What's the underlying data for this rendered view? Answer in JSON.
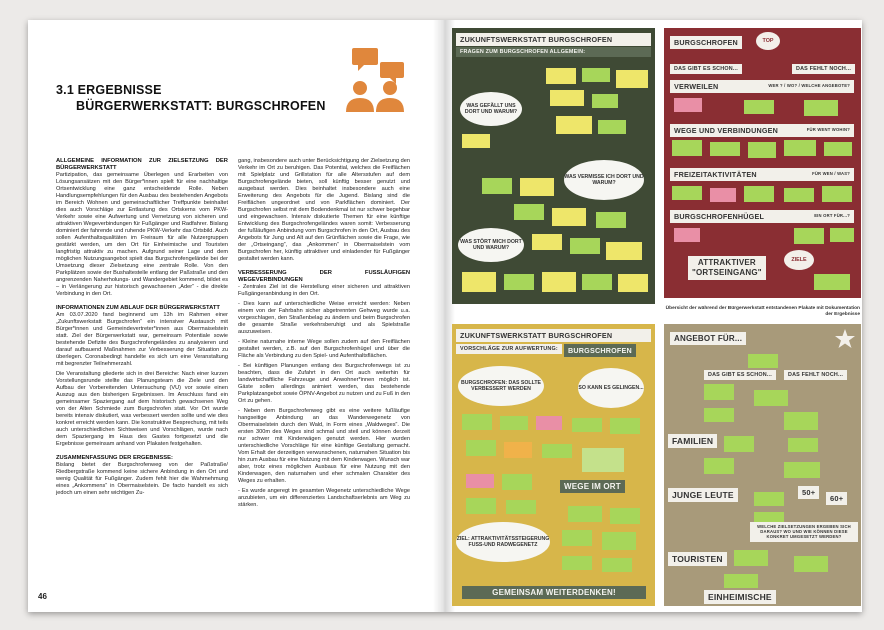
{
  "left": {
    "title_line1": "3.1 ERGEBNISSE",
    "title_line2": "BÜRGERWERKSTATT: BURGSCHROFEN",
    "page_number": "46",
    "icon": "people-speech-icon",
    "accent_color": "#e0873c",
    "col1": {
      "h1": "ALLGEMEINE INFORMATION ZUR ZIELSETZUNG DER BÜRGERWERKSTATT",
      "p1": "Partizipation, das gemeinsame Überlegen und Erarbeiten von Lösungsansätzen mit den Bürger*innen spielt für eine nachhaltige Ortsentwicklung eine ganz entscheidende Rolle. Neben Handlungsempfehlungen für den Ausbau des bestehenden Angebots im Bereich Wohnen und gemeinschaftlicher Treffpunkte beinhaltet dies auch Vorschläge zur Entlastung des Ortskerns vom PKW-Verkehr sowie eine Aufwertung und Vernetzung von sicheren und attraktiven Wegeverbindungen für Fußgänger und Radfahrer. Bislang dominiert der fahrende und ruhende PKW-Verkehr das Ortsbild. Auch sollen Aufenthaltsqualitäten im Freiraum für alle Nutzergruppen gestärkt werden, um den Ort für Einheimische und Touristen langfristig attraktiv zu machen. Aufgrund seiner Lage und dem möglichen Nutzungsangebot spielt das Burgschrofengelände bei der Umsetzung dieser Zielsetzung eine zentrale Rolle. Von den Parkplätzen sowie der Bushaltestelle entlang der Paßstraße und den angrenzenden Naherholungs- und Wandergebiet kommend, bildet es – in Verlängerung zur historisch gewachsenen „Ader“ - die direkte Verbindung in den Ort.",
      "h2": "INFORMATIONEN ZUM ABLAUF DER BÜRGERWERKSTATT",
      "p2": "Am 03.07.2020 fand beginnend um 13h im Rahmen einer „Zukunftswerkstatt Burgschrofen“ ein intensiver Austausch mit Bürger*innen und Gemeindevertreter*innen aus Obermaiselstein statt. Ziel der Bürgerwerkstatt war, gemeinsam Potentiale sowie bestehende Defizite des Burgschrofengeländes zu analysieren und darauf aufbauend Maßnahmen zur Verbesserung der Situation zu überlegen. Coronabedingt handelte es sich um eine Veranstaltung mit begrenzter Teilnehmerzahl.",
      "p3": "Die Veranstaltung gliederte sich in drei Bereiche: Nach einer kurzen Vorstellungsrunde stellte das Planungsteam die Ziele und den Aufbau der Vorbereitenden Untersuchung (VU) vor sowie einen Auszug aus den bisherigen Ergebnissen. Im Anschluss fand ein gemeinsamer Spaziergang auf dem historisch gewachsenen Weg von der Alten Schmiede zum Burgschrofen statt. Vor Ort wurde bereits intensiv diskutiert, was verbessert werden sollte und wie dies konkret erreicht werden kann. Die konstruktive Besprechung, mit teils auch unterschiedlichen Sichtweisen und Vorschlägen, wurde nach dem Spaziergang im Haus des Gastes fortgesetzt und die Ergebnisse gemeinsam anhand von Plakaten festgehalten.",
      "h3": "ZUSAMMENFASSUNG DER ERGEBNISSE:",
      "p4": "Bislang bietet der Burgschrofenweg von der Paßstraße/ Riedbergstraße kommend keine sichere Anbindung in den Ort und wenig Qualität für Fußgänger. Zudem fehlt hier die Wahrnehmung eines „Ankommens“ in Obermaiselstein. De facto handelt es sich jedoch um einen sehr wichtigen Zu-"
    },
    "col2": {
      "p1": "gang, insbesondere auch unter Berücksichtigung der Zielsetzung den Verkehr im Ort zu beruhigen. Das Potential, welches die Freiflächen mit Spielplatz und Grillstation für alle Altersstufen auf dem Burgschrofengelände bieten, soll künftig besser genutzt und ausgebaut werden. Dies beinhaltet insbesondere auch eine Erweiterung des Angebots für die Jugend. Bislang sind die Freiflächen ungeordnet und von Parkflächen dominiert. Der Burgschrofen selbst mit dem Bodendenkmal ist nur schwer begehbar und eingewachsen. Intensiv diskutierte Themen für eine künftige Entwicklung des Burgschrofengeländes waren somit: Verbesserung der fußläufigen Anbindung vom Burgschrofen in den Ort, Ausbau des Angebots für Jung und Alt auf den Grünflächen sowie die Frage, wie der „Ortseingang“, das „Ankommen“ in Obermaiselstein vom Burgschrofen her, künftig attraktiver und einladender für Fußgänger gestaltet werden kann.",
      "h1": "VERBESSERUNG DER FUSSLÄUFIGEN WEGEVERBINDUNGEN",
      "p2": "- Zentrales Ziel ist die Herstellung einer sicheren und attraktiven Fußgängeranbindung in den Ort.",
      "p3": "- Dies kann auf unterschiedliche Weise erreicht werden: Neben einem von der Fahrbahn sicher abgetrennten Gehweg wurde u.a. vorgeschlagen, den Straßenbelag zu ändern und beim Burgschrofen die gesamte Straße verkehrsberuhigt und als Spielstraße auszuweisen.",
      "p4": "- Kleine naturnahe interne Wege sollen zudem auf den Freiflächen gestaltet werden, z.B. auf den Burgschrofenhügel und über die Fläche als Verbindung zu den Spiel- und Aufenthaltsflächen.",
      "p5": "- Bei künftigen Planungen entlang des Burgschrofenwegs ist zu beachten, dass die Zufahrt in den Ort auch weiterhin für landwirtschaftliche Fahrzeuge und Anwohner*innen möglich ist. Gäste sollen allerdings animiert werden, das bestehende Parkplatzangebot sowie ÖPNV-Angebot zu nutzen und zu Fuß in den Ort zu gehen.",
      "p6": "- Neben dem Burgschrofenweg gibt es eine weitere fußläufige hangseitige Anbindung an das Wanderwegenetz von Obermaiselstein durch den Wald, in Form eines „Waldweges“. Die ersten 300m des Weges sind schmal und steil und können derzeit nur schwer mit Kinderwägen genutzt werden. Hier wurden unterschiedliche Vorschläge für eine künftige Gestaltung gemacht. Vom Erhalt der derzeitigen verwunschenen, naturnahen Situation bis hin zum Ausbau für eine Nutzung mit dem Kinderwagen. Wunsch war aber, trotz eines möglichen Ausbaus für eine Nutzung mit den Kinderwagen, den naturnahen und eher schmalen Charakter des Weges zu erhalten.",
      "p7": "- Es wurde angeregt im gesamten Wegenetz unterschiedliche Wege anzubieten, um ein differenziertes Landschaftserlebnis am Weg zu stärken."
    }
  },
  "right": {
    "caption": "Übersicht der während der Bürgerwerkstatt entstandenen Plakate mit Dokumentation der Ergebnisse",
    "board1": {
      "banner": "ZUKUNFTSWERKSTATT BURGSCHROFEN",
      "sub": "FRAGEN ZUM BURGSCHROFEN ALLGEMEIN:",
      "q1": "WAS GEFÄLLT UNS DORT UND WARUM?",
      "q2": "WAS VERMISSE ICH DORT UND WARUM?",
      "q3": "WAS STÖRT MICH DORT UND WARUM?"
    },
    "board2": {
      "banner": "BURGSCHROFEN",
      "top": "TOP",
      "h1": "DAS GIBT ES SCHON...",
      "h2": "DAS FEHLT NOCH...",
      "s1": "VERWEILEN",
      "s1q": "WER ? / WO? / WELCHE ANGEBOTE?",
      "s2": "WEGE UND VERBINDUNGEN",
      "s2q": "FÜR WENT WOHIN?",
      "s3": "FREIZEITAKTIVITÄTEN",
      "s3q": "FÜR WEN / WAS?",
      "s4": "BURGSCHROFENHÜGEL",
      "s4q": "EIN ORT FÜR...?",
      "s5a": "ATTRAKTIVER",
      "s5b": "\"ORTSEINGANG\"",
      "ziele": "ZIELE"
    },
    "board3": {
      "banner": "ZUKUNFTSWERKSTATT BURGSCHROFEN",
      "sub": "VORSCHLÄGE ZUR AUFWERTUNG:",
      "sub2": "BURGSCHROFEN",
      "q1": "BURGSCHROFEN: DAS SOLLTE VERBESSERT WERDEN",
      "q2": "SO KANN ES GELINGEN...",
      "s1": "WEGE IM ORT",
      "q3": "ZIEL: ATTRAKTIVITÄTSSTEIGERUNG FUSS-UND RADWEGENETZ",
      "footer": "GEMEINSAM WEITERDENKEN!"
    },
    "board4": {
      "banner": "ANGEBOT FÜR...",
      "h1": "DAS GIBT ES SCHON...",
      "h2": "DAS FEHLT NOCH...",
      "s1": "FAMILIEN",
      "s2": "JUNGE LEUTE",
      "age1": "50+",
      "age2": "60+",
      "box": "WELCHE ZIELSETZUNGEN ERGEBEN SICH DARAUS? WO UND WIE KÖNNEN DIESE KONKRET UMGESETZT WERDEN?",
      "s3": "TOURISTEN",
      "s4": "EINHEIMISCHE"
    }
  }
}
